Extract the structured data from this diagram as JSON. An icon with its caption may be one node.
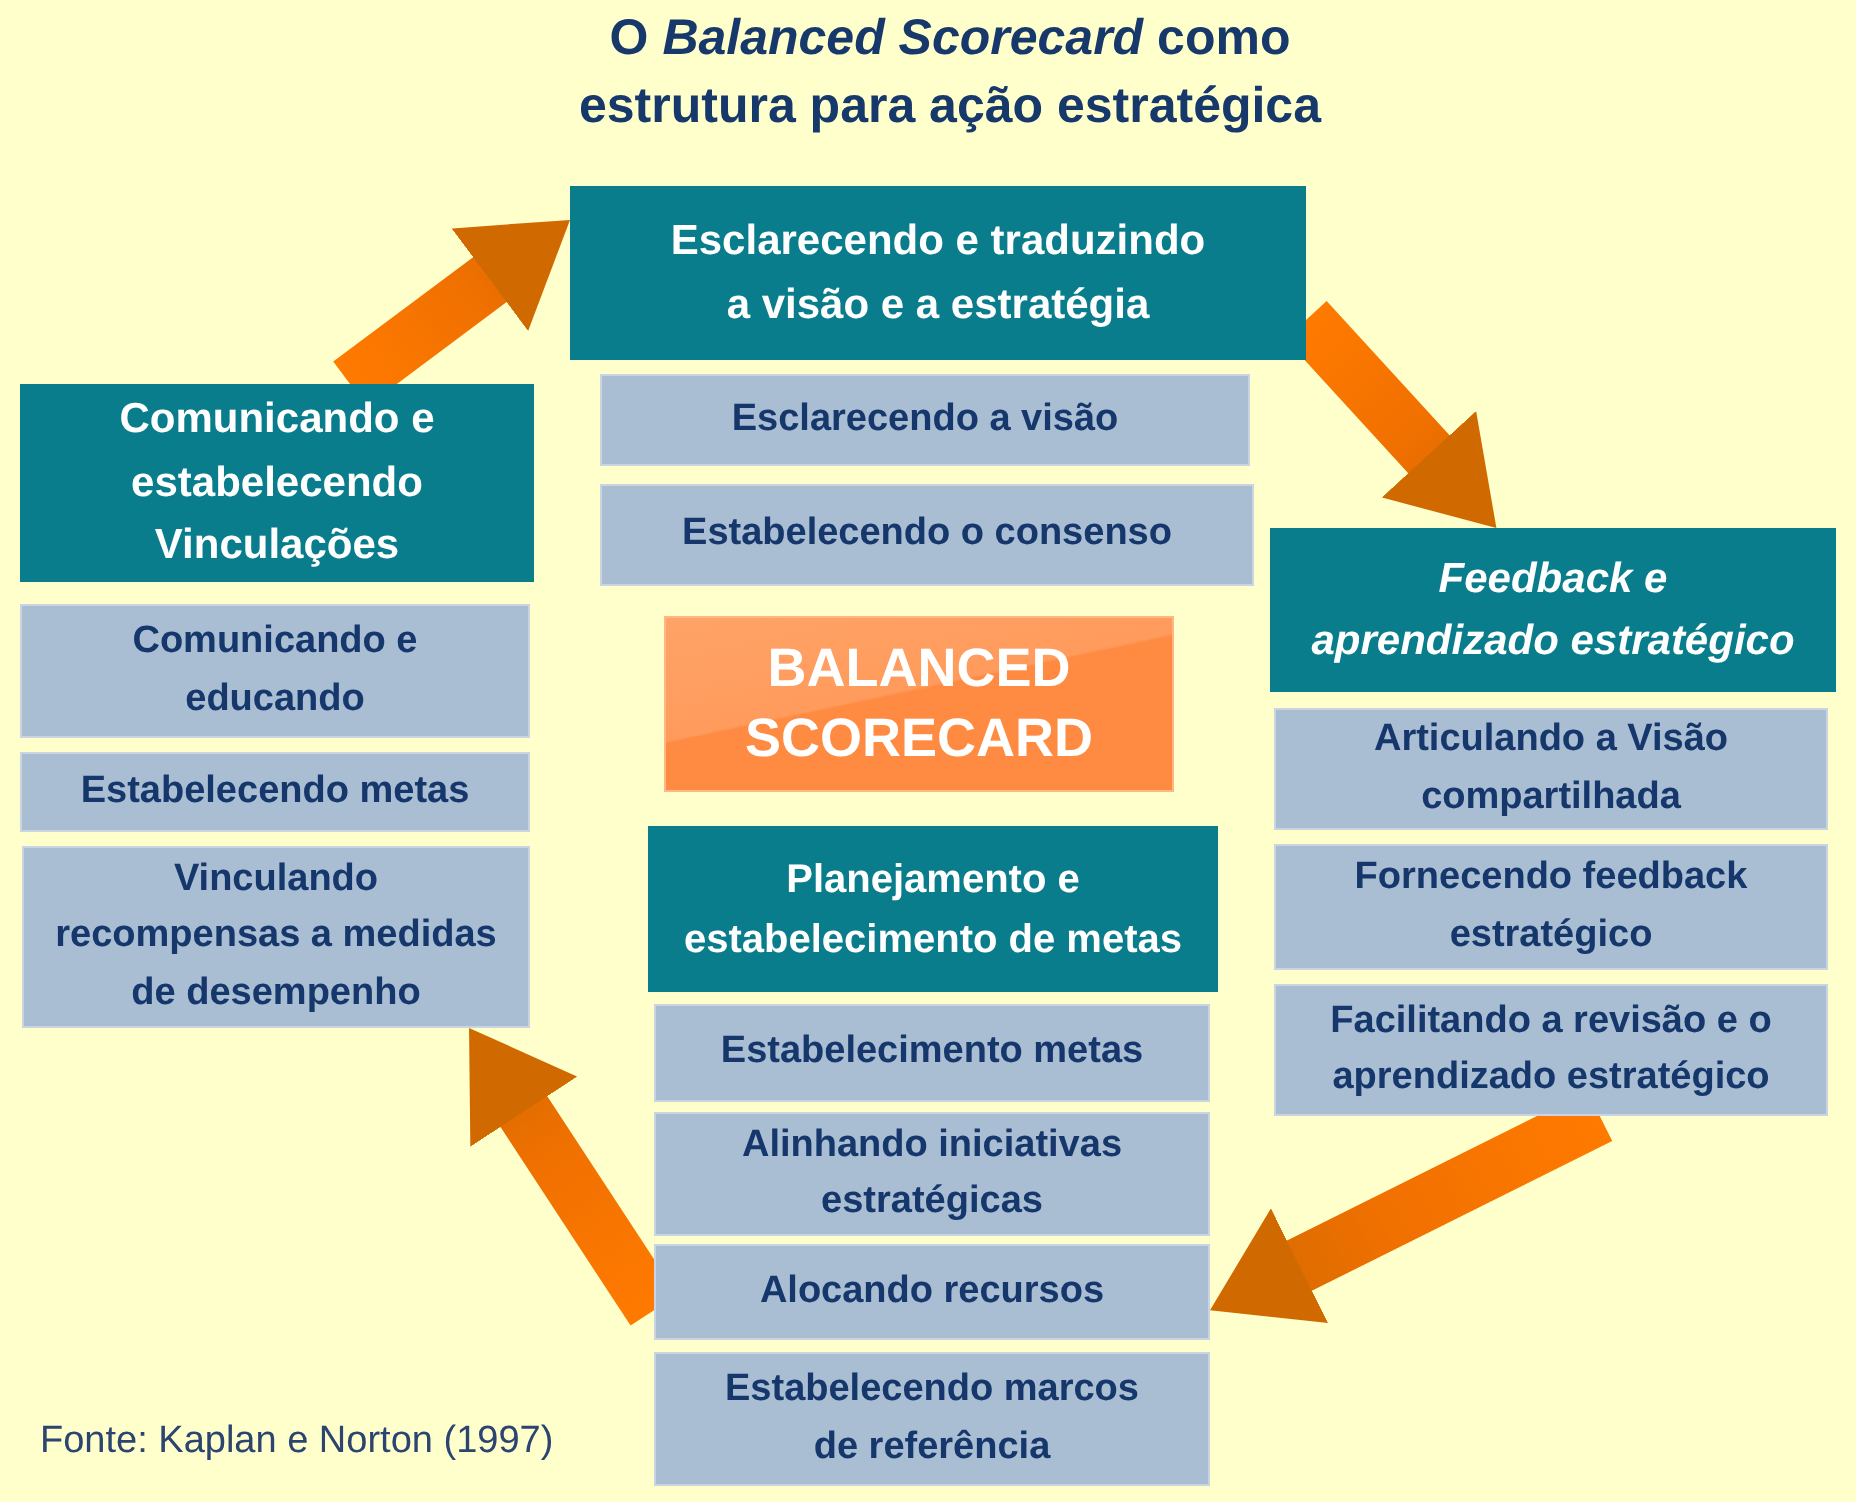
{
  "diagram": {
    "title": "O *Balanced Scorecard* como estrutura para ação estratégica",
    "nodes": [
      {
        "text": [
          "Esclarecendo e traduzindo a visão e a estratégia"
        ]
      },
      {
        "text": [
          "Esclarecendo a visão"
        ]
      },
      {
        "text": [
          "Estabelecendo o consenso"
        ]
      },
      {
        "text": [
          "Comunicando e estabelecendo Vinculações"
        ]
      },
      {
        "text": [
          "Comunicando e educando"
        ]
      },
      {
        "text": [
          "Estabelecendo metas"
        ]
      },
      {
        "text": [
          "Vinculando recompensas a medidas de desempenho"
        ]
      },
      {
        "text": [
          "BALANCED SCORECARD"
        ]
      },
      {
        "text": [
          "Feedback e aprendizado estratégico"
        ]
      },
      {
        "text": [
          "Articulando a Visão compartilhada"
        ]
      },
      {
        "text": [
          "Fornecendo feedback estratégico"
        ]
      },
      {
        "text": [
          "Facilitando a revisão e o aprendizado estratégico"
        ]
      },
      {
        "text": [
          "Planejamento e estabelecimento de metas"
        ]
      },
      {
        "text": [
          "Estabelecimento metas"
        ]
      },
      {
        "text": [
          "Alinhando iniciativas estratégicas"
        ]
      },
      {
        "text": [
          "Alocando recursos"
        ]
      },
      {
        "text": [
          "Estabelecendo marcos de referência"
        ]
      }
    ],
    "edges": [
      {
        "from": 3,
        "to": 0,
        "arrow": "to"
      },
      {
        "from": 0,
        "to": 8,
        "arrow": "to"
      },
      {
        "from": 11,
        "to": 15,
        "arrow": "to"
      },
      {
        "from": 15,
        "to": 6,
        "arrow": "to"
      }
    ],
    "caption": "Fonte: Kaplan e Norton (1997)"
  }
}
